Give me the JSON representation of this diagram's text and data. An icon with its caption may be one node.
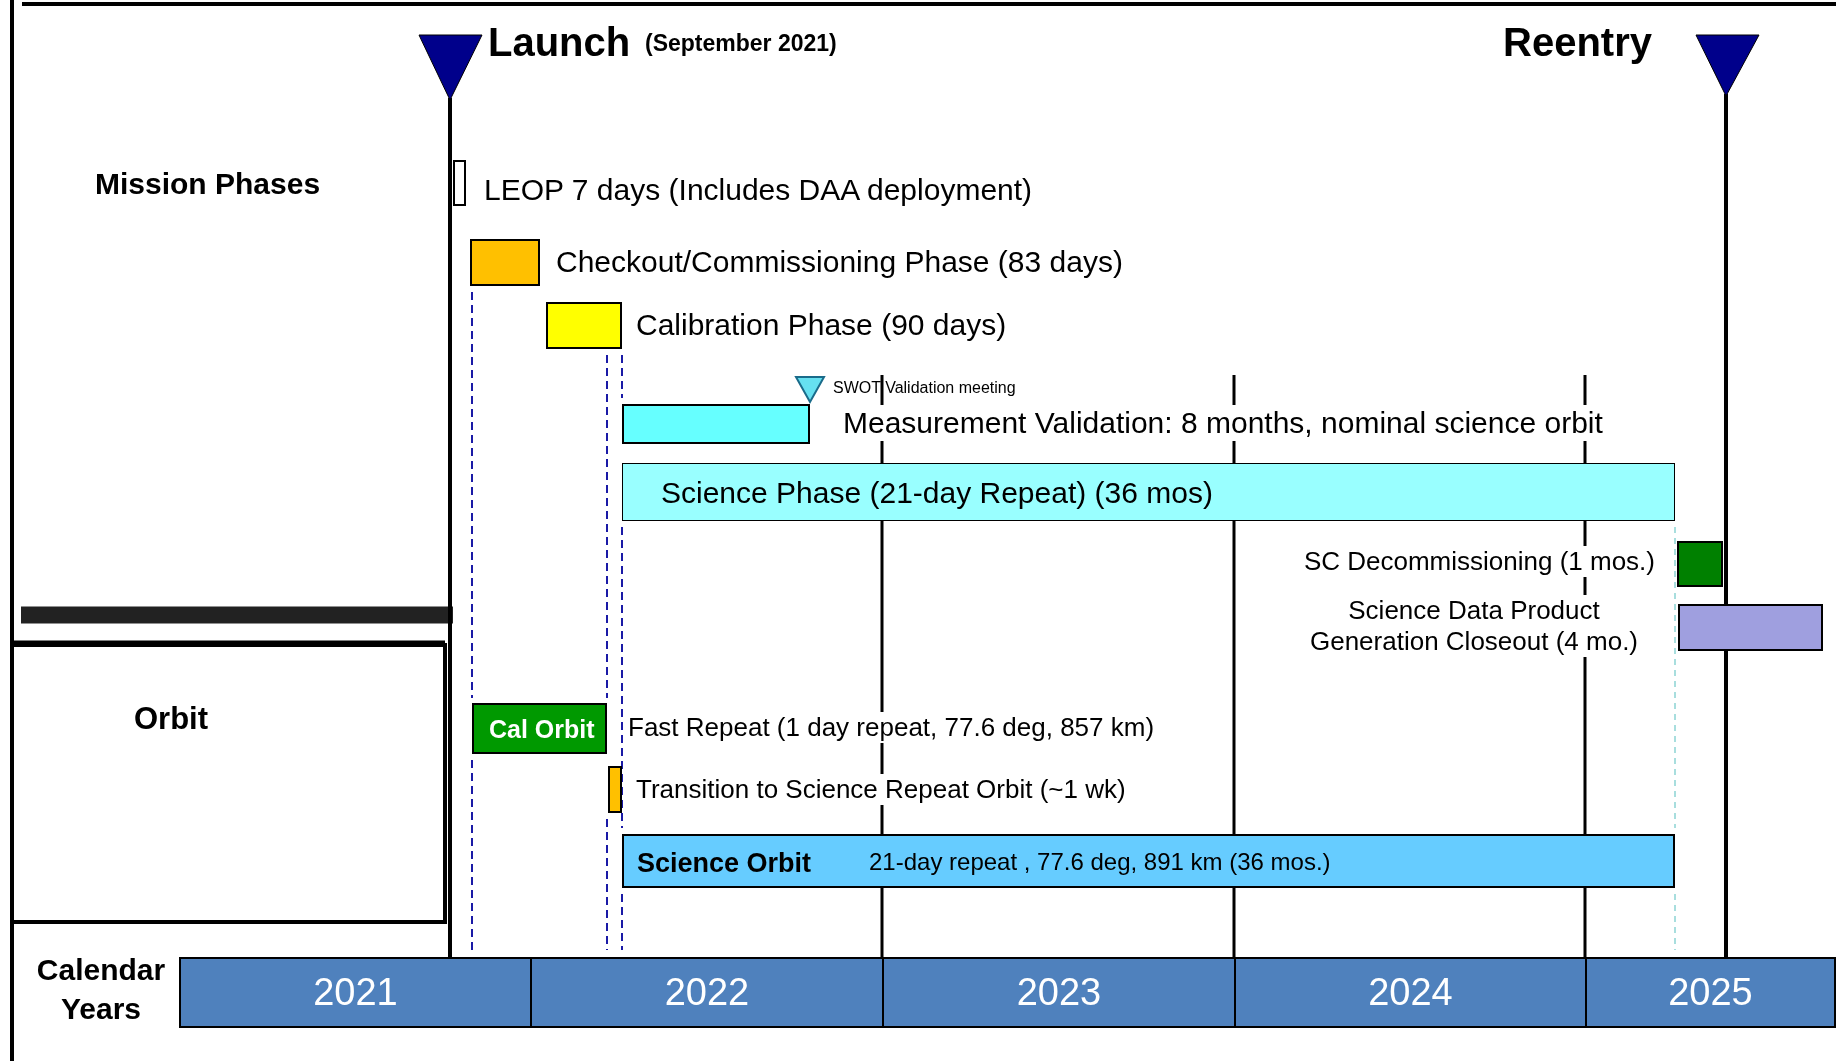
{
  "diagram": {
    "nodes": [
      {
        "text": [],
        "shape": "bar",
        "beside": [
          "LEOP 7 days (Includes DAA deployment)"
        ]
      },
      {
        "text": [],
        "shape": "bar",
        "beside": [
          "Checkout/Commissioning Phase (83 days)"
        ]
      },
      {
        "text": [],
        "shape": "bar",
        "beside": [
          "Calibration Phase (90 days)"
        ]
      },
      {
        "text": [],
        "shape": "bar",
        "beside": [
          "Measurement Validation: 8 months, nominal science orbit"
        ]
      },
      {
        "text": [
          "Science Phase (21-day Repeat) (36 mos)"
        ]
      },
      {
        "text": [],
        "shape": "bar",
        "beside": [
          "SC Decommissioning (1 mos.)"
        ]
      },
      {
        "text": [],
        "shape": "bar",
        "beside": [
          "Science Data Product Generation Closeout (4 mo.)"
        ]
      },
      {
        "text": [
          "Orbit"
        ]
      },
      {
        "text": [
          "Cal Orbit"
        ],
        "beside": [
          "Fast Repeat (1 day repeat, 77.6 deg, 857 km)"
        ]
      },
      {
        "text": [],
        "shape": "bar",
        "beside": [
          "Transition to Science Repeat Orbit (~1 wk)"
        ]
      },
      {
        "text": [
          "Science Orbit",
          "21-day repeat , 77.6 deg, 891 km (36 mos.)"
        ]
      },
      {
        "text": [
          "2021"
        ]
      },
      {
        "text": [
          "2022"
        ]
      },
      {
        "text": [
          "2023"
        ]
      },
      {
        "text": [
          "2024"
        ]
      },
      {
        "text": [
          "2025"
        ]
      }
    ],
    "edges": [],
    "labels": [
      "Launch",
      "(September 2021)",
      "Reentry",
      "Mission Phases",
      "SWOT Validation meeting",
      "Calendar Years"
    ]
  }
}
